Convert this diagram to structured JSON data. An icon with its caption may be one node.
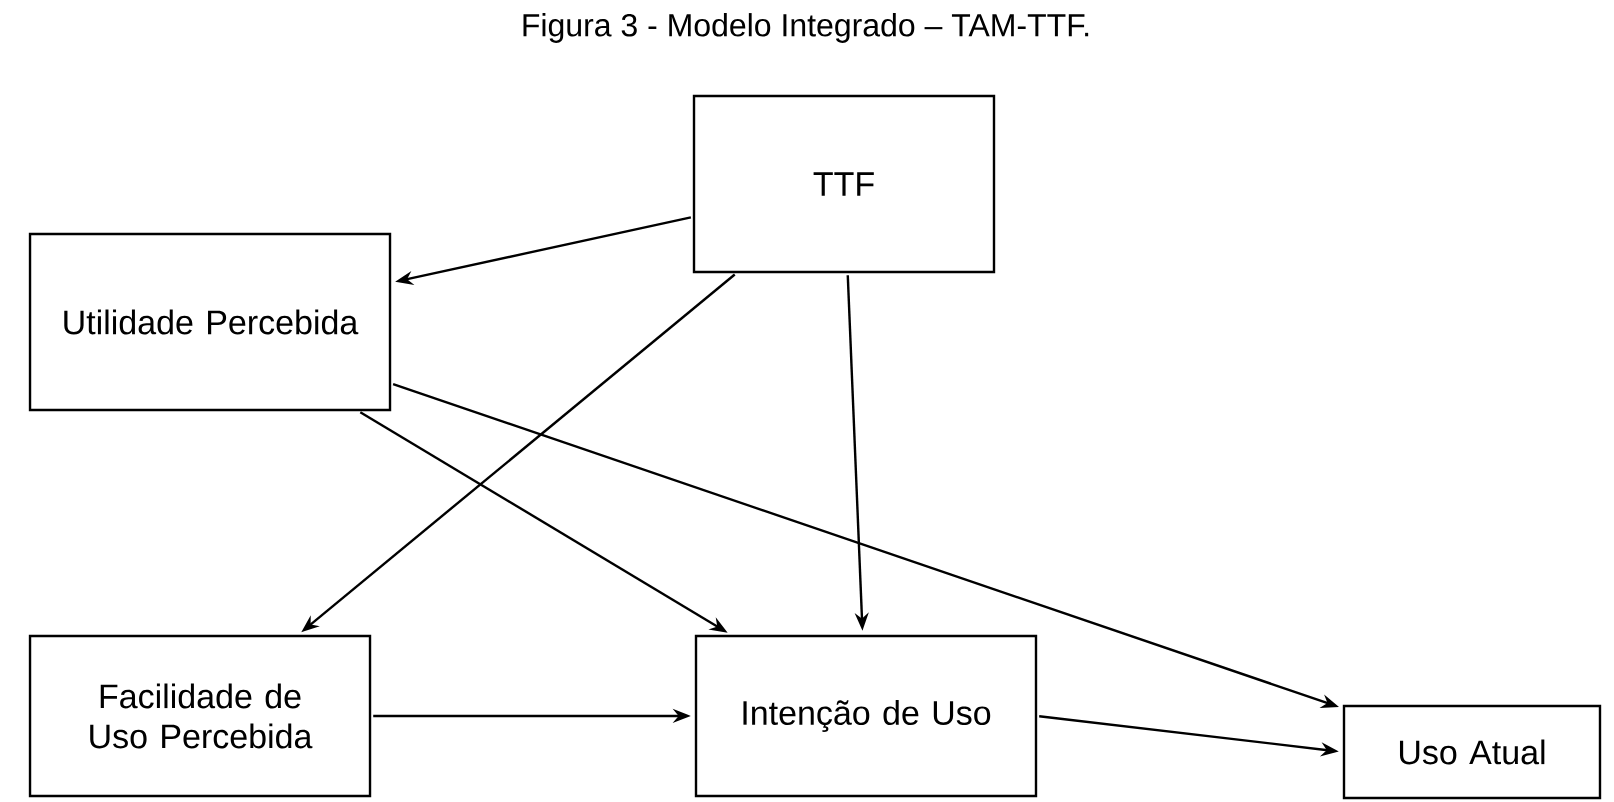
{
  "diagram": {
    "title": "Figura 3 - Modelo Integrado – TAM-TTF.",
    "nodes": [
      {
        "text": [
          "TTF"
        ]
      },
      {
        "text": [
          "Utilidade Percebida"
        ]
      },
      {
        "text": [
          "Facilidade de Uso Percebida"
        ]
      },
      {
        "text": [
          "Intenção de Uso"
        ]
      },
      {
        "text": [
          "Uso Atual"
        ]
      }
    ],
    "edges": [
      {
        "from": 0,
        "to": 1,
        "arrow": "to"
      },
      {
        "from": 0,
        "to": 2,
        "arrow": "to"
      },
      {
        "from": 0,
        "to": 3,
        "arrow": "to"
      },
      {
        "from": 1,
        "to": 3,
        "arrow": "to"
      },
      {
        "from": 1,
        "to": 4,
        "arrow": "to"
      },
      {
        "from": 2,
        "to": 3,
        "arrow": "to"
      },
      {
        "from": 3,
        "to": 4,
        "arrow": "to"
      }
    ]
  }
}
